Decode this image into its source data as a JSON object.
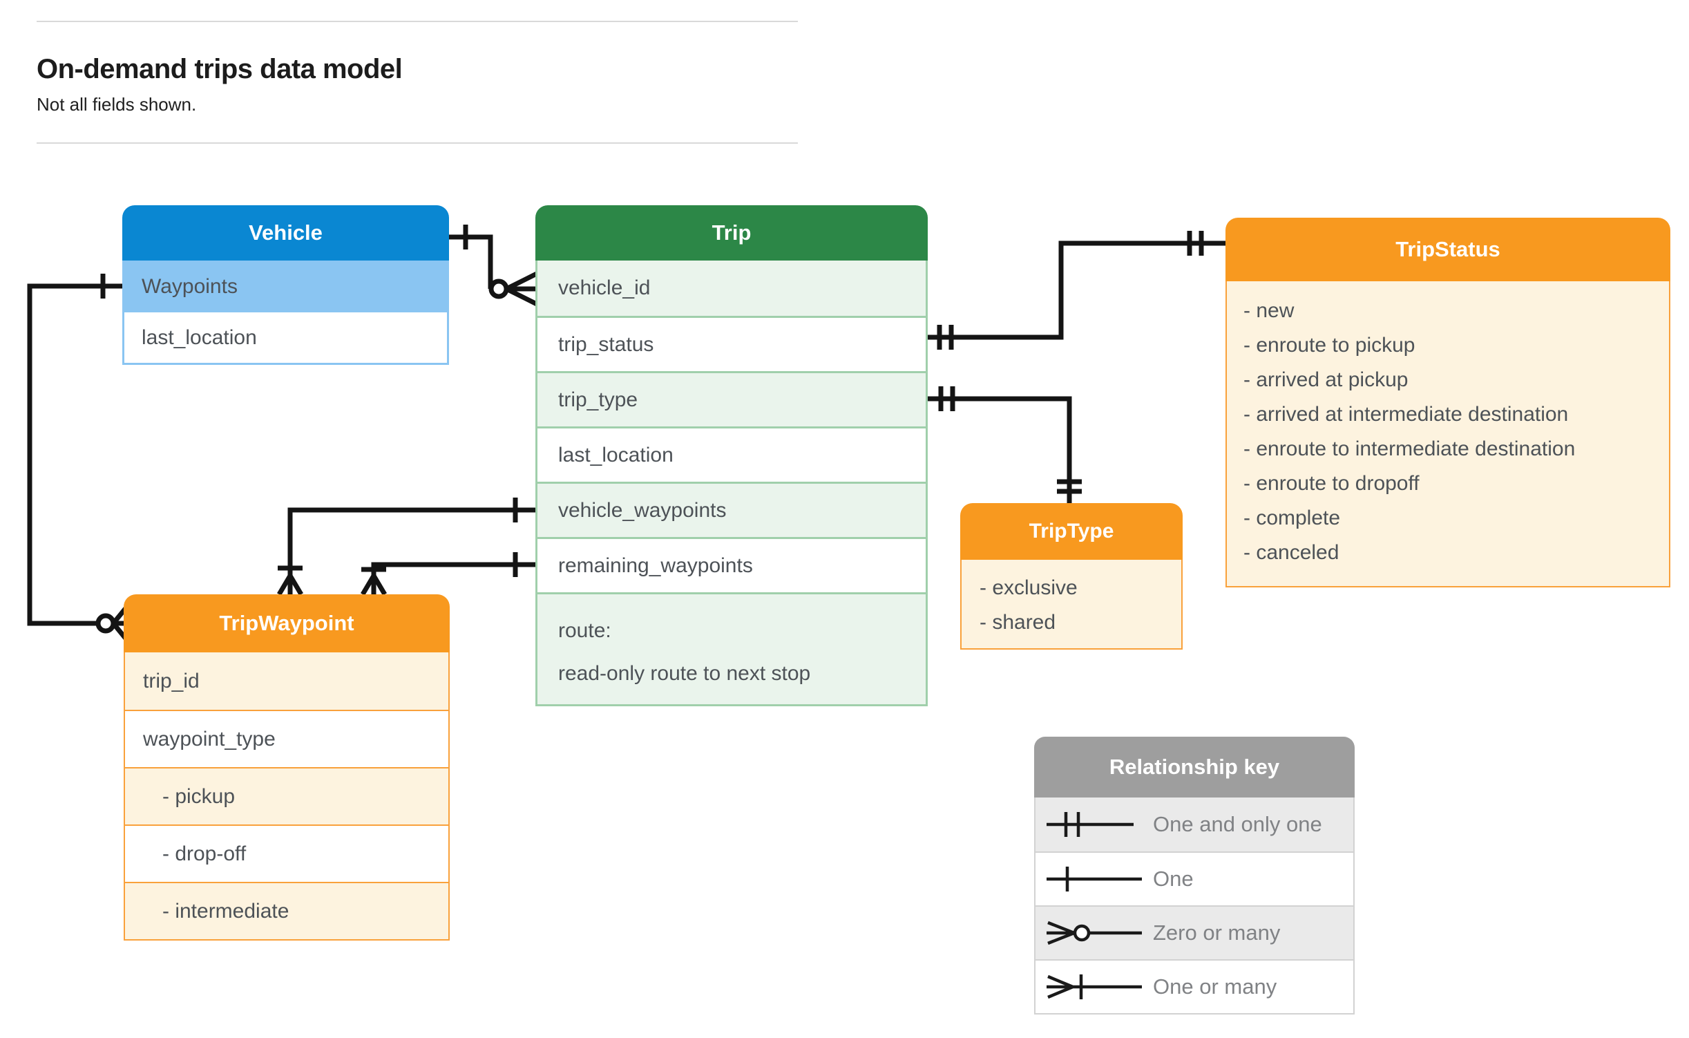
{
  "page": {
    "title": "On-demand trips data model",
    "subtitle": "Not all fields shown."
  },
  "entities": {
    "vehicle": {
      "title": "Vehicle",
      "fields": [
        {
          "label": "Waypoints",
          "highlighted": true
        },
        {
          "label": "last_location",
          "highlighted": false
        }
      ]
    },
    "trip": {
      "title": "Trip",
      "fields": [
        {
          "label": "vehicle_id"
        },
        {
          "label": "trip_status"
        },
        {
          "label": "trip_type"
        },
        {
          "label": "last_location"
        },
        {
          "label": "vehicle_waypoints"
        },
        {
          "label": "remaining_waypoints"
        },
        {
          "label": "route:",
          "sublabel": "read-only route to next stop"
        }
      ]
    },
    "trip_status": {
      "title": "TripStatus",
      "values": [
        "- new",
        "- enroute to pickup",
        "- arrived at pickup",
        "- arrived at intermediate destination",
        "- enroute to intermediate destination",
        "- enroute to dropoff",
        "- complete",
        "- canceled"
      ]
    },
    "trip_waypoint": {
      "title": "TripWaypoint",
      "fields": [
        {
          "label": "trip_id",
          "indent": false
        },
        {
          "label": "waypoint_type",
          "indent": false
        },
        {
          "label": "- pickup",
          "indent": true
        },
        {
          "label": "- drop-off",
          "indent": true
        },
        {
          "label": "- intermediate",
          "indent": true
        }
      ]
    },
    "trip_type": {
      "title": "TripType",
      "values": [
        "- exclusive",
        "- shared"
      ]
    }
  },
  "legend": {
    "title": "Relationship key",
    "rows": [
      {
        "symbol": "one-and-only-one",
        "label": "One and only one"
      },
      {
        "symbol": "one",
        "label": "One"
      },
      {
        "symbol": "zero-or-many",
        "label": "Zero or many"
      },
      {
        "symbol": "one-or-many",
        "label": "One or many"
      }
    ]
  },
  "relationships": [
    {
      "from": "Vehicle",
      "to": "Trip.vehicle_id",
      "from_cardinality": "one",
      "to_cardinality": "zero-or-many"
    },
    {
      "from": "Vehicle.Waypoints",
      "to": "TripWaypoint",
      "from_cardinality": "one",
      "to_cardinality": "zero-or-many"
    },
    {
      "from": "Trip.trip_status",
      "to": "TripStatus",
      "from_cardinality": "one-and-only-one",
      "to_cardinality": "one-and-only-one"
    },
    {
      "from": "Trip.trip_type",
      "to": "TripType",
      "from_cardinality": "one-and-only-one",
      "to_cardinality": "one-and-only-one"
    },
    {
      "from": "Trip.vehicle_waypoints",
      "to": "TripWaypoint",
      "from_cardinality": "one",
      "to_cardinality": "one-or-many"
    },
    {
      "from": "Trip.remaining_waypoints",
      "to": "TripWaypoint",
      "from_cardinality": "one",
      "to_cardinality": "one-or-many"
    }
  ],
  "colors": {
    "blue_header": "#0a87d2",
    "blue_highlight_row": "#8ac5f2",
    "green_header": "#2c8747",
    "green_light_row": "#eaf4ec",
    "green_border": "#a0cfab",
    "orange_header": "#f8991f",
    "orange_border": "#f9a13b",
    "cream_row": "#fdf3df",
    "gray_header": "#9e9e9e",
    "gray_light_row": "#eaeaea",
    "connector": "#141414",
    "row_text": "#4d5257"
  }
}
